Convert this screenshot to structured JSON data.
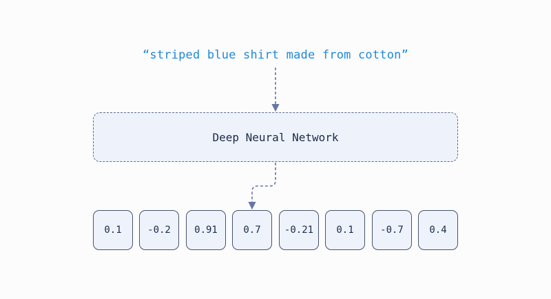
{
  "query": {
    "text": "“striped blue shirt made from cotton”",
    "color": "#1e88d8"
  },
  "network": {
    "label": "Deep Neural Network"
  },
  "embedding": {
    "values": [
      "0.1",
      "-0.2",
      "0.91",
      "0.7",
      "-0.21",
      "0.1",
      "-0.7",
      "0.4"
    ]
  },
  "colors": {
    "box_fill": "#eef2fb",
    "border": "#46536b",
    "arrow": "#6676a8",
    "text": "#1a2b48"
  }
}
